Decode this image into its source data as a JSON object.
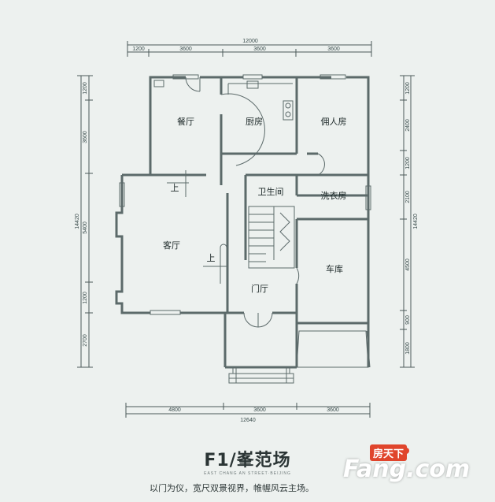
{
  "plan": {
    "dims_top": {
      "total": "12000",
      "segments": [
        "1200",
        "3600",
        "3600",
        "3600"
      ]
    },
    "dims_bottom": {
      "total": "12640",
      "segments": [
        "4800",
        "3600",
        "3600"
      ]
    },
    "dims_left": {
      "total": "14420",
      "segments": [
        "1200",
        "3600",
        "5400",
        "1200",
        "2700"
      ]
    },
    "dims_right": {
      "total": "14420",
      "segments": [
        "1200",
        "2400",
        "1200",
        "2100",
        "4500",
        "900",
        "1800"
      ]
    },
    "rooms": {
      "dining": "餐厅",
      "kitchen": "厨房",
      "servant": "佣人房",
      "bathroom": "卫生间",
      "laundry": "洗衣房",
      "living": "客厅",
      "garage": "车库",
      "foyer": "门厅"
    },
    "stair_up_1": "上",
    "stair_up_2": "上"
  },
  "title": "F1/峯范场",
  "subtitle": "EAST CHANG AN STREET·BEIJING",
  "tagline": "以门为仪，宽尺双景视界，帷幄风云主场。",
  "watermark": {
    "top": "房天下",
    "main": "Fang.com"
  },
  "colors": {
    "background": "#edf1ef",
    "wall": "#5c6a6a",
    "text": "#1e2a2a",
    "accent": "#e0452c"
  }
}
